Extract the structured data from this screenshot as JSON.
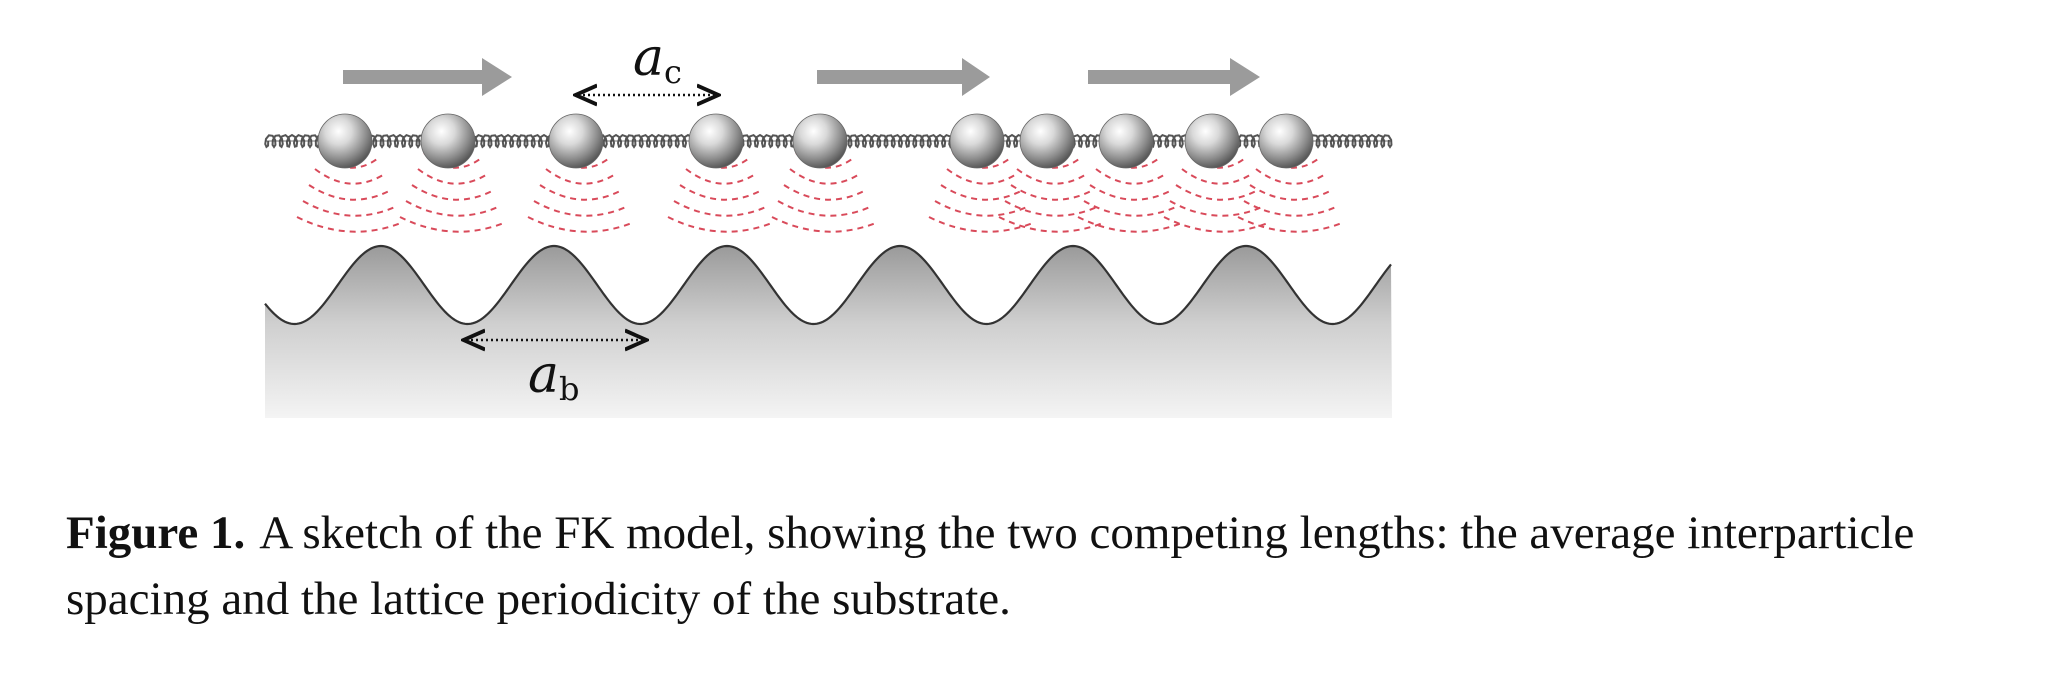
{
  "figure": {
    "label_chain_spacing": "a",
    "label_chain_spacing_sub": "c",
    "label_lattice_period": "a",
    "label_lattice_period_sub": "b"
  },
  "caption": {
    "label": "Figure 1.",
    "text": "A sketch of the FK model, showing the two competing lengths: the average interparticle spacing and the lattice periodicity of the substrate."
  }
}
